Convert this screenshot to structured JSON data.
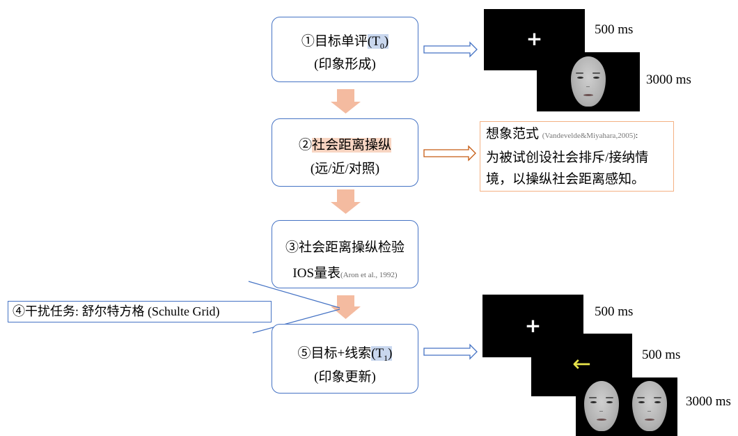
{
  "steps": [
    {
      "line1_pre": "①目标单评",
      "line1_hl": "(T",
      "line1_sub": "0",
      "line1_post": ")",
      "line2": "(印象形成)"
    },
    {
      "line1_pre": "②",
      "line1_hl": "社会距离操纵",
      "line2": "(远/近/对照)"
    },
    {
      "line1": "③社会距离操纵检验",
      "line2_main": "IOS量表",
      "line2_cite": "(Aron et al., 1992)"
    },
    {
      "line1_pre": "⑤目标+线索",
      "line1_hl": "(T",
      "line1_sub": "1",
      "line1_post": ")",
      "line2": "(印象更新)"
    }
  ],
  "note": {
    "title": "想象范式",
    "cite": "(Vandevelde&Miyahara,2005)",
    "colon": ":",
    "body1": "为被试创设社会排斥/接纳情",
    "body2": "境，以操纵社会距离感知。"
  },
  "interference": {
    "label": "④干扰任务: 舒尔特方格 (Schulte Grid)"
  },
  "trial1": {
    "fixation": "+",
    "fixation_time": "500 ms",
    "face_time": "3000 ms"
  },
  "trial2": {
    "fixation": "+",
    "fixation_time": "500 ms",
    "cue_symbol": "←",
    "cue_time": "500 ms",
    "faces_time": "3000 ms"
  },
  "colors": {
    "box_border": "#4472C4",
    "highlight_blue": "#C9D7EE",
    "highlight_peach": "#F8D5C2",
    "down_arrow": "#F4BBA0",
    "note_border": "#F4B183",
    "note_arrow": "#C55A11",
    "cue_color": "#E6E24A"
  }
}
